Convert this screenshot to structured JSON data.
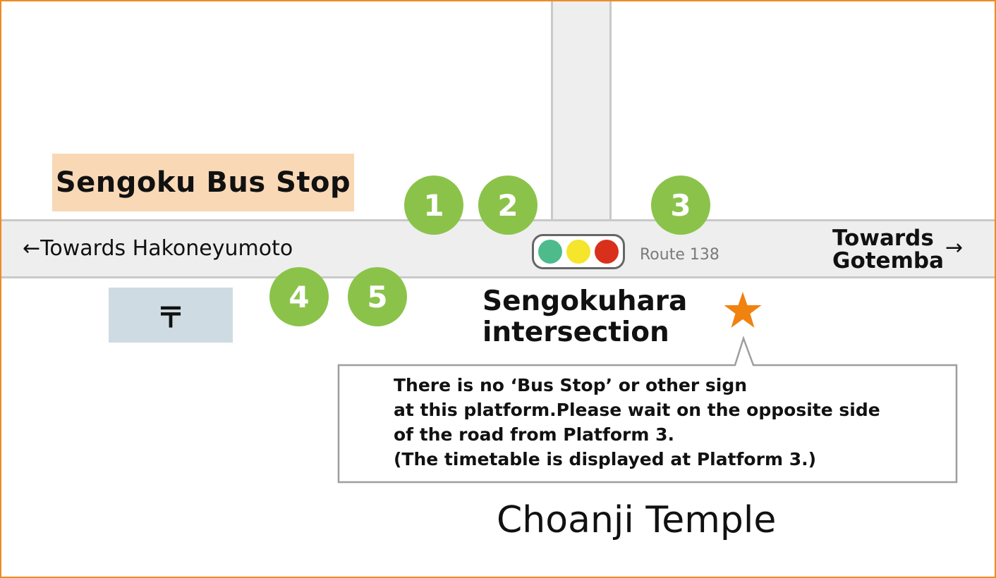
{
  "map": {
    "bus_stop_name": "Sengoku Bus Stop",
    "platforms": [
      {
        "number": "1"
      },
      {
        "number": "2"
      },
      {
        "number": "3"
      },
      {
        "number": "4"
      },
      {
        "number": "5"
      }
    ],
    "direction_left": "←Towards Hakoneyumoto",
    "direction_right_line1": "Towards",
    "direction_right_line2": "Gotemba",
    "direction_right_arrow": "→",
    "route_label": "Route 138",
    "traffic_light_colors": {
      "green": "#4dbb8c",
      "yellow": "#f5e52c",
      "red": "#d9301c"
    },
    "post_office_symbol": "〒",
    "intersection_line1": "Sengokuhara",
    "intersection_line2": "intersection",
    "notice_lines": [
      "There is no ‘Bus Stop’ or other sign",
      "at this platform.Please wait on the opposite side",
      "of the road from Platform 3.",
      "(The timetable is displayed at Platform 3.)"
    ],
    "landmark": "Choanji Temple",
    "colors": {
      "frame": "#ee8b24",
      "platform_circle": "#8bc34a",
      "label_background": "#f9d8b6",
      "road": "#eeeeee",
      "post_office_background": "#cfdbe2",
      "star": "#f0820f"
    }
  }
}
